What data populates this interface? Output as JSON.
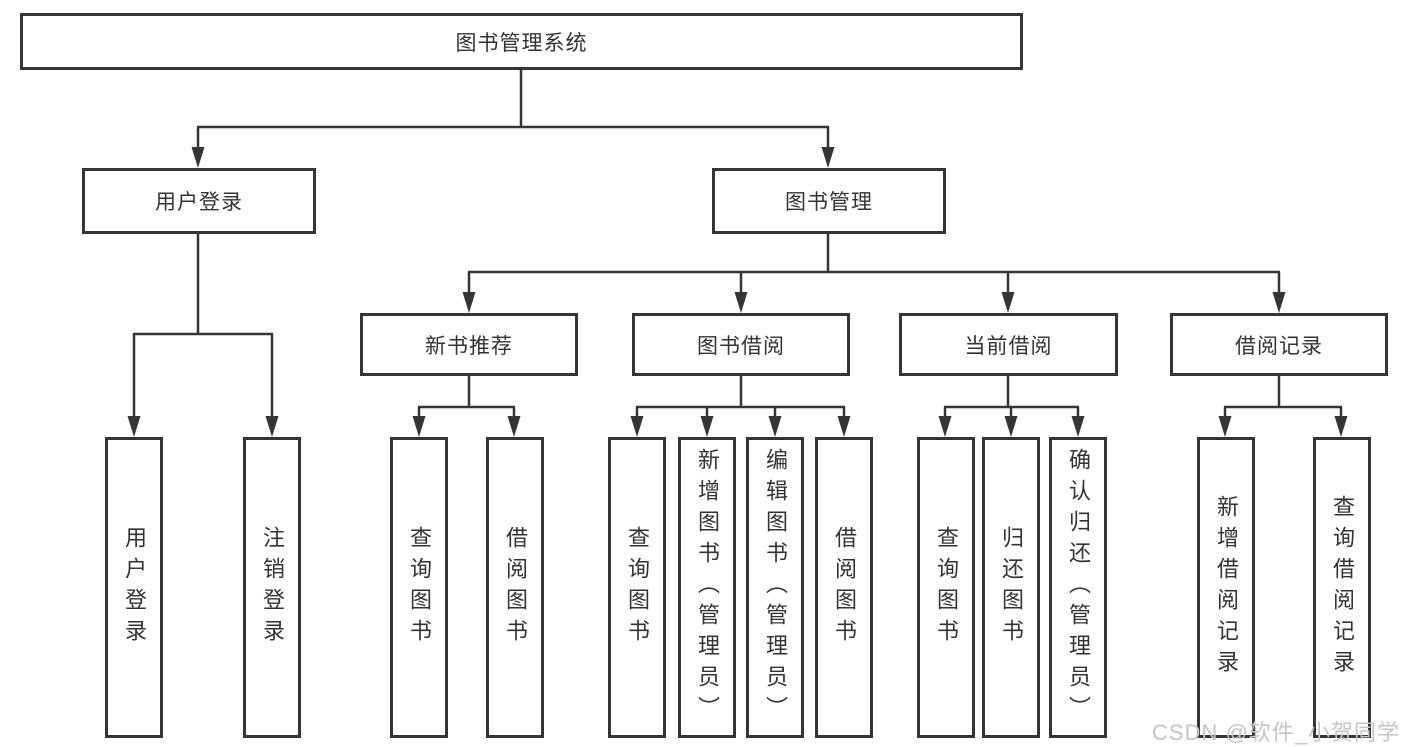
{
  "diagram_title": "图书管理系统",
  "tree": {
    "label": "图书管理系统",
    "children": [
      {
        "label": "用户登录",
        "children": [
          {
            "label": "用户登录"
          },
          {
            "label": "注销登录"
          }
        ]
      },
      {
        "label": "图书管理",
        "children": [
          {
            "label": "新书推荐",
            "children": [
              {
                "label": "查询图书"
              },
              {
                "label": "借阅图书"
              }
            ]
          },
          {
            "label": "图书借阅",
            "children": [
              {
                "label": "查询图书"
              },
              {
                "label": "新增图书（管理员）"
              },
              {
                "label": "编辑图书（管理员）"
              },
              {
                "label": "借阅图书"
              }
            ]
          },
          {
            "label": "当前借阅",
            "children": [
              {
                "label": "查询图书"
              },
              {
                "label": "归还图书"
              },
              {
                "label": "确认归还（管理员）"
              }
            ]
          },
          {
            "label": "借阅记录",
            "children": [
              {
                "label": "新增借阅记录"
              },
              {
                "label": "查询借阅记录"
              }
            ]
          }
        ]
      }
    ]
  },
  "watermark": {
    "text": "CSDN @软件_小贺同学"
  },
  "colors": {
    "line": "#353535",
    "text": "#333333",
    "box_background": "#ffffff",
    "watermark": "#c5c5c5"
  }
}
